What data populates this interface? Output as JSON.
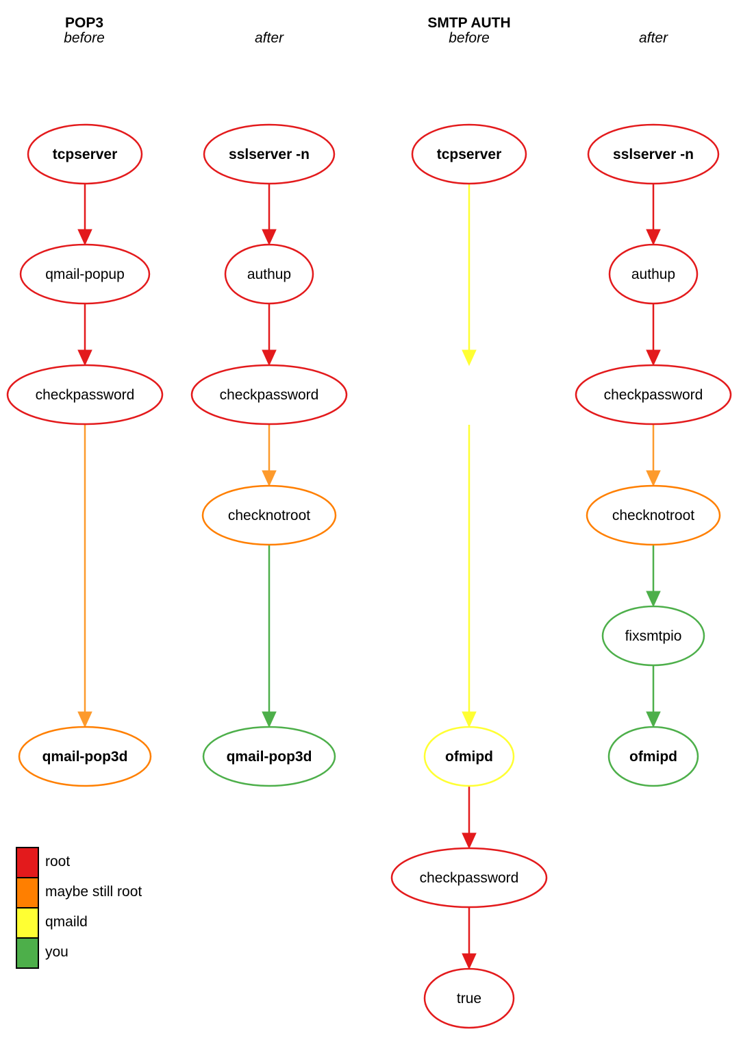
{
  "colors": {
    "red": "#e31a1c",
    "orange": "#ff7f00",
    "orange_line": "#fd9a2c",
    "yellow": "#ffff33",
    "green": "#4daf4a"
  },
  "headers": [
    {
      "title": "POP3",
      "subtitle": "before"
    },
    {
      "title": "",
      "subtitle": "after"
    },
    {
      "title": "SMTP AUTH",
      "subtitle": "before"
    },
    {
      "title": "",
      "subtitle": "after"
    }
  ],
  "legend": [
    {
      "label": "root",
      "color": "red"
    },
    {
      "label": "maybe still root",
      "color": "orange"
    },
    {
      "label": "qmaild",
      "color": "yellow"
    },
    {
      "label": "you",
      "color": "green"
    }
  ],
  "nodes": {
    "pop3_before_tcpserver": {
      "label": "tcpserver",
      "bold": true,
      "color": "red"
    },
    "pop3_before_popup": {
      "label": "qmail-popup",
      "bold": false,
      "color": "red"
    },
    "pop3_before_checkpw": {
      "label": "checkpassword",
      "bold": false,
      "color": "red"
    },
    "pop3_before_pop3d": {
      "label": "qmail-pop3d",
      "bold": true,
      "color": "orange"
    },
    "pop3_after_sslserver": {
      "label": "sslserver -n",
      "bold": true,
      "color": "red"
    },
    "pop3_after_authup": {
      "label": "authup",
      "bold": false,
      "color": "red"
    },
    "pop3_after_checkpw": {
      "label": "checkpassword",
      "bold": false,
      "color": "red"
    },
    "pop3_after_checknotroot": {
      "label": "checknotroot",
      "bold": false,
      "color": "orange"
    },
    "pop3_after_pop3d": {
      "label": "qmail-pop3d",
      "bold": true,
      "color": "green"
    },
    "smtp_before_tcpserver": {
      "label": "tcpserver",
      "bold": true,
      "color": "red"
    },
    "smtp_before_ofmipd": {
      "label": "ofmipd",
      "bold": true,
      "color": "yellow"
    },
    "smtp_before_checkpw": {
      "label": "checkpassword",
      "bold": false,
      "color": "red"
    },
    "smtp_before_true": {
      "label": "true",
      "bold": false,
      "color": "red"
    },
    "smtp_after_sslserver": {
      "label": "sslserver -n",
      "bold": true,
      "color": "red"
    },
    "smtp_after_authup": {
      "label": "authup",
      "bold": false,
      "color": "red"
    },
    "smtp_after_checkpw": {
      "label": "checkpassword",
      "bold": false,
      "color": "red"
    },
    "smtp_after_checknotroot": {
      "label": "checknotroot",
      "bold": false,
      "color": "orange"
    },
    "smtp_after_fixsmtpio": {
      "label": "fixsmtpio",
      "bold": false,
      "color": "green"
    },
    "smtp_after_ofmipd": {
      "label": "ofmipd",
      "bold": true,
      "color": "green"
    }
  },
  "edges": [
    {
      "from": "pop3_before_tcpserver",
      "to": "pop3_before_popup",
      "color": "red"
    },
    {
      "from": "pop3_before_popup",
      "to": "pop3_before_checkpw",
      "color": "red"
    },
    {
      "from": "pop3_before_checkpw",
      "to": "pop3_before_pop3d",
      "color": "orange_line"
    },
    {
      "from": "pop3_after_sslserver",
      "to": "pop3_after_authup",
      "color": "red"
    },
    {
      "from": "pop3_after_authup",
      "to": "pop3_after_checkpw",
      "color": "red"
    },
    {
      "from": "pop3_after_checkpw",
      "to": "pop3_after_checknotroot",
      "color": "orange_line"
    },
    {
      "from": "pop3_after_checknotroot",
      "to": "pop3_after_pop3d",
      "color": "green"
    },
    {
      "from": "smtp_before_tcpserver",
      "to": "smtp_before_gap_top",
      "color": "yellow"
    },
    {
      "from": "smtp_before_gap_bottom",
      "to": "smtp_before_ofmipd",
      "color": "yellow"
    },
    {
      "from": "smtp_before_ofmipd",
      "to": "smtp_before_checkpw",
      "color": "red"
    },
    {
      "from": "smtp_before_checkpw",
      "to": "smtp_before_true",
      "color": "red"
    },
    {
      "from": "smtp_after_sslserver",
      "to": "smtp_after_authup",
      "color": "red"
    },
    {
      "from": "smtp_after_authup",
      "to": "smtp_after_checkpw",
      "color": "red"
    },
    {
      "from": "smtp_after_checkpw",
      "to": "smtp_after_checknotroot",
      "color": "orange_line"
    },
    {
      "from": "smtp_after_checknotroot",
      "to": "smtp_after_fixsmtpio",
      "color": "green"
    },
    {
      "from": "smtp_after_fixsmtpio",
      "to": "smtp_after_ofmipd",
      "color": "green"
    }
  ]
}
